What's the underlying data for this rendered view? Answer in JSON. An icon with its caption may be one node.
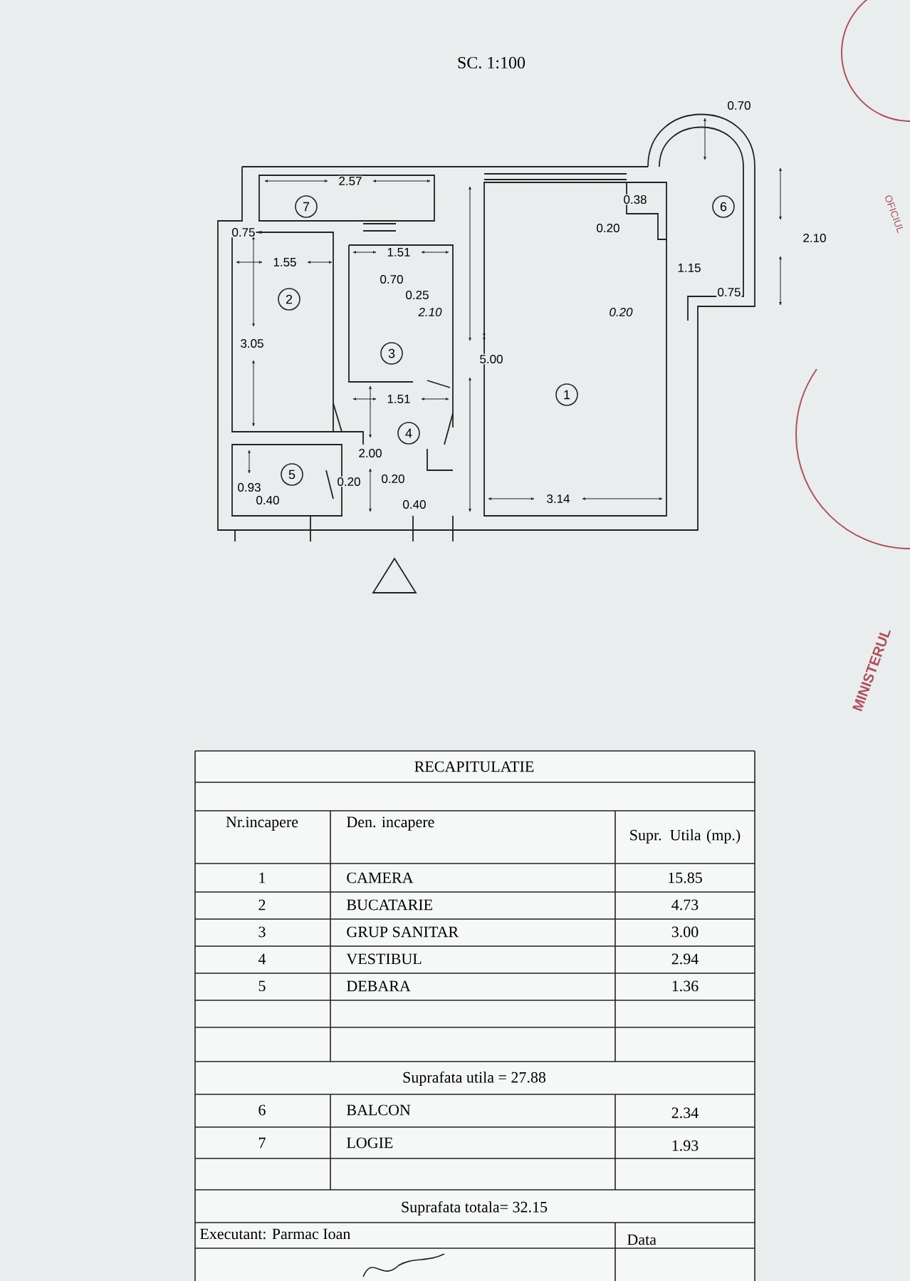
{
  "diagram": {
    "labels": [
      "SC. 1:100",
      "0.70",
      "2.57",
      "7",
      "0.38",
      "6",
      "0.75",
      "1.51",
      "0.20",
      "2.10",
      "1.55",
      "0.70",
      "1.15",
      "2",
      "0.25",
      "0.75",
      "2.10",
      "0.20",
      "3.05",
      "3",
      "5.00",
      "1",
      "1.51",
      "4",
      "2.00",
      "0.93",
      "5",
      "0.20",
      "0.20",
      "0.40",
      "0.40",
      "3.14",
      "RECAPITULATIE",
      "Nr.incapere",
      "Den. incapere",
      "Supr. Utila (mp.)",
      "1",
      "CAMERA",
      "15.85",
      "2",
      "BUCATARIE",
      "4.73",
      "3",
      "GRUP SANITAR",
      "3.00",
      "4",
      "VESTIBUL",
      "2.94",
      "5",
      "DEBARA",
      "1.36",
      "Suprafata utila = 27.88",
      "6",
      "BALCON",
      "2.34",
      "7",
      "LOGIE",
      "1.93",
      "Suprafata totala= 32.15",
      "Executant: Parmac Ioan",
      "Data",
      "OFICIUL",
      "MINISTERUL"
    ]
  }
}
